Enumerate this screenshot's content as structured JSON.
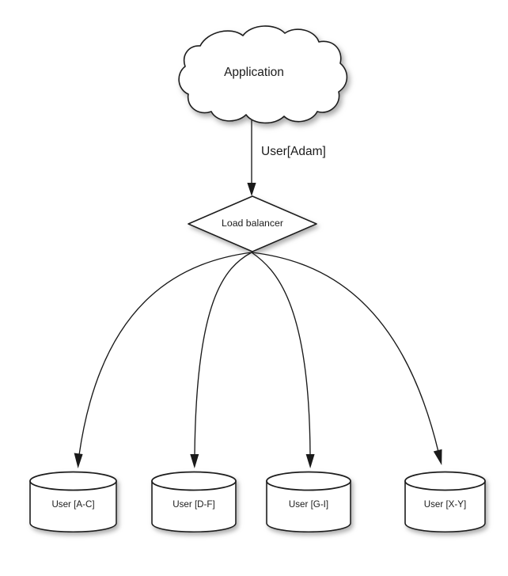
{
  "diagram": {
    "title_text": "Application",
    "background_color": "#ffffff",
    "stroke_color": "#1a1a1a",
    "text_color": "#1b1b1b",
    "nodes": {
      "cloud": {
        "label": "Application",
        "shape": "cloud"
      },
      "load_balancer": {
        "label": "Load balancer",
        "shape": "diamond"
      },
      "databases": [
        {
          "label": "User [A-C]",
          "shape": "cylinder"
        },
        {
          "label": "User [D-F]",
          "shape": "cylinder"
        },
        {
          "label": "User [G-I]",
          "shape": "cylinder"
        },
        {
          "label": "User [X-Y]",
          "shape": "cylinder"
        }
      ]
    },
    "edges": [
      {
        "from": "cloud",
        "to": "load_balancer",
        "label": "User[Adam]"
      },
      {
        "from": "load_balancer",
        "to": "db-a-c",
        "label": ""
      },
      {
        "from": "load_balancer",
        "to": "db-d-f",
        "label": ""
      },
      {
        "from": "load_balancer",
        "to": "db-g-i",
        "label": ""
      },
      {
        "from": "load_balancer",
        "to": "db-x-y",
        "label": ""
      }
    ]
  }
}
